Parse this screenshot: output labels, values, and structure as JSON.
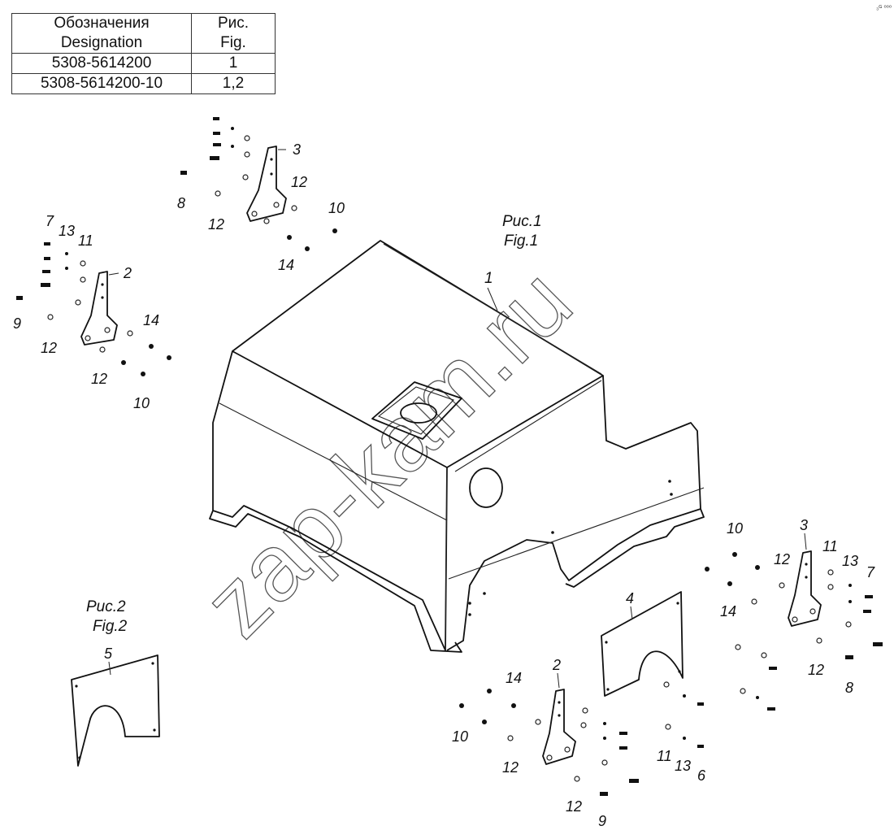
{
  "table": {
    "header": {
      "col1_ru": "Обозначения",
      "col1_en": "Designation",
      "col2_ru": "Рис.",
      "col2_en": "Fig."
    },
    "rows": [
      {
        "designation": "5308-5614200",
        "fig": "1"
      },
      {
        "designation": "5308-5614200-10",
        "fig": "1,2"
      }
    ]
  },
  "corner_mark": "₃ᴳ ⁰⁰⁰",
  "watermark": "zap-kam.ru",
  "figures": {
    "fig1": {
      "ru": "Рис.1",
      "en": "Fig.1"
    },
    "fig2": {
      "ru": "Рис.2",
      "en": "Fig.2"
    }
  },
  "callouts": {
    "a": "1",
    "b": "2",
    "c": "3",
    "d": "4",
    "e": "5",
    "f": "6",
    "g": "7",
    "h": "8",
    "i": "9",
    "j": "10",
    "k": "11",
    "l": "12",
    "m": "13",
    "n": "14"
  }
}
